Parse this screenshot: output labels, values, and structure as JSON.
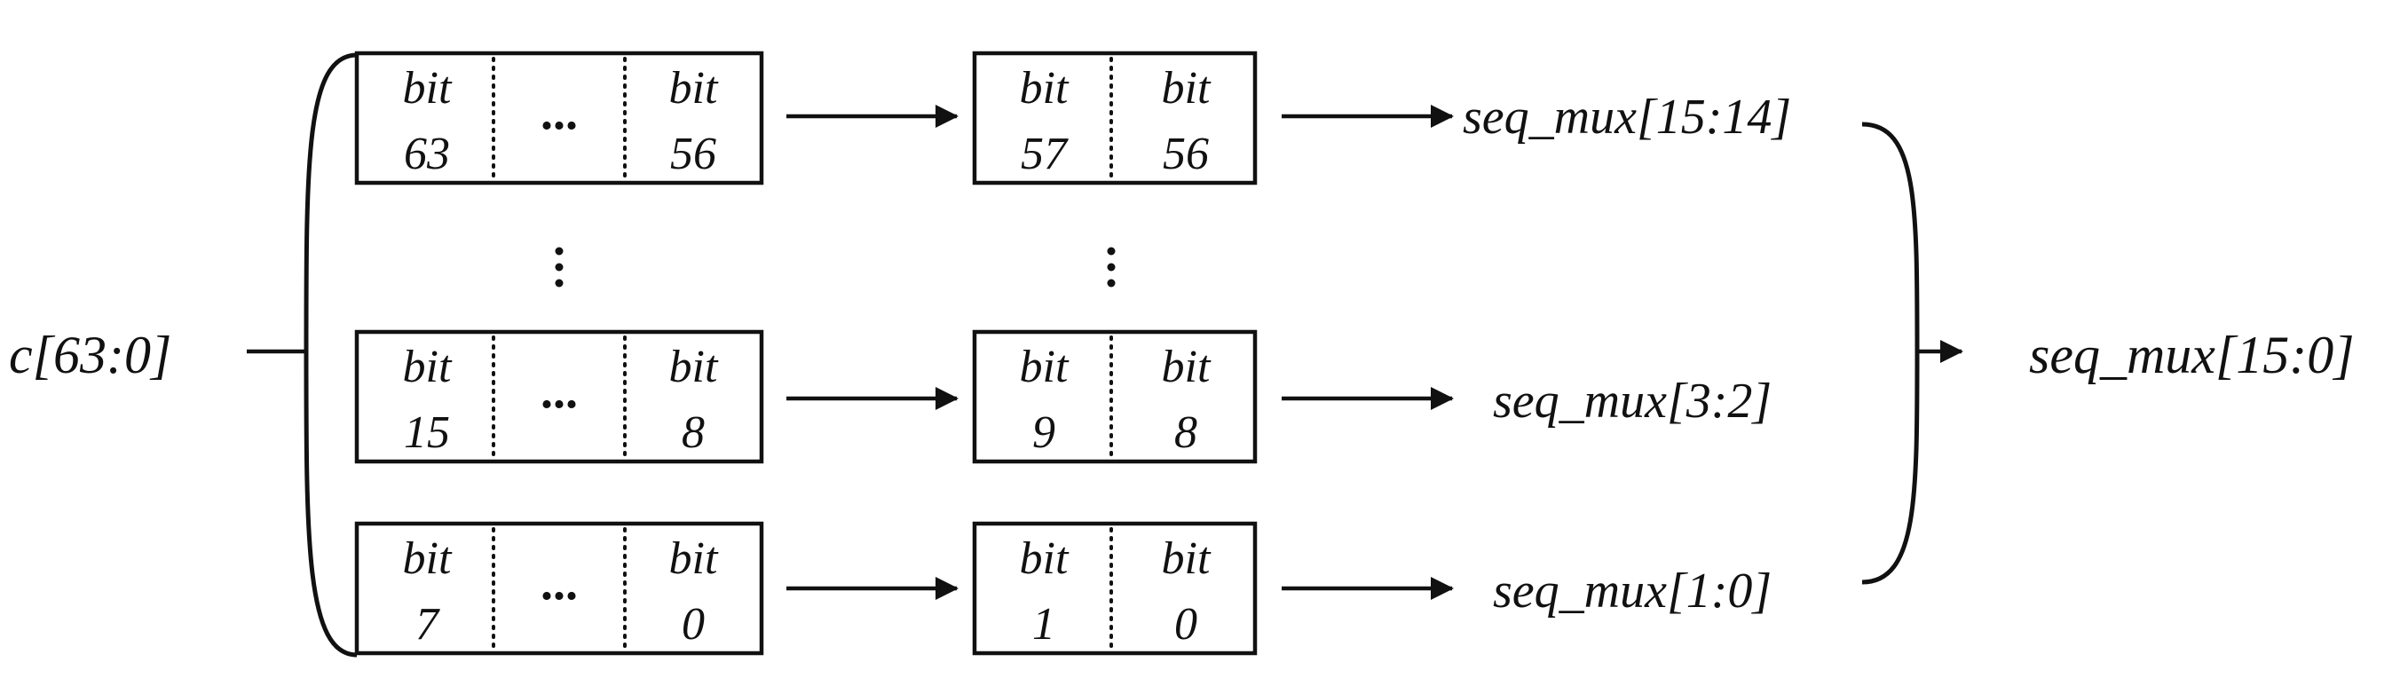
{
  "input_label": "c[63:0]",
  "output_label": "seq_mux[15:0]",
  "ellipsis": "...",
  "vertical_ellipsis": "⋮",
  "rows": [
    {
      "source": {
        "left_top": "bit",
        "left_bottom": "63",
        "right_top": "bit",
        "right_bottom": "56"
      },
      "pair": {
        "left_top": "bit",
        "left_bottom": "57",
        "right_top": "bit",
        "right_bottom": "56"
      },
      "output": "seq_mux[15:14]"
    },
    {
      "source": {
        "left_top": "bit",
        "left_bottom": "15",
        "right_top": "bit",
        "right_bottom": "8"
      },
      "pair": {
        "left_top": "bit",
        "left_bottom": "9",
        "right_top": "bit",
        "right_bottom": "8"
      },
      "output": "seq_mux[3:2]"
    },
    {
      "source": {
        "left_top": "bit",
        "left_bottom": "7",
        "right_top": "bit",
        "right_bottom": "0"
      },
      "pair": {
        "left_top": "bit",
        "left_bottom": "1",
        "right_top": "bit",
        "right_bottom": "0"
      },
      "output": "seq_mux[1:0]"
    }
  ]
}
